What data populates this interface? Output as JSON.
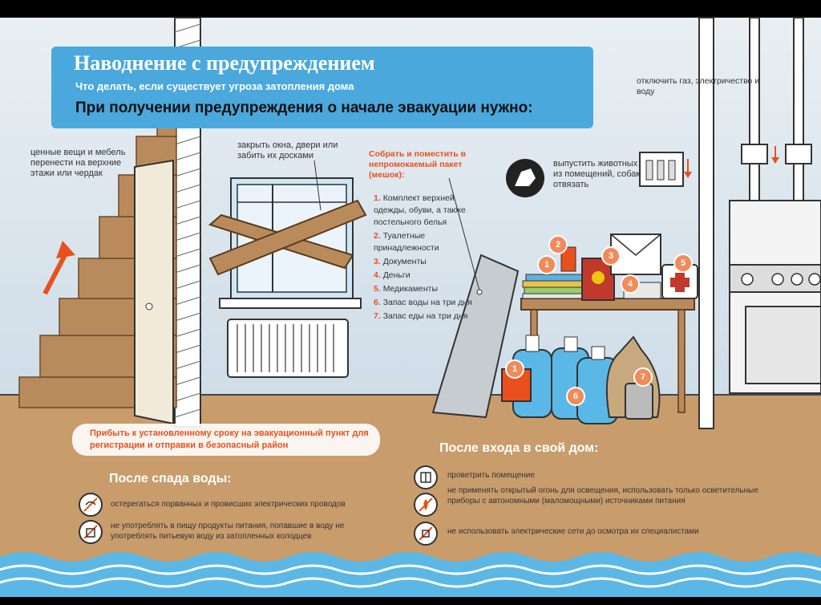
{
  "header": {
    "title": "Наводнение с предупреждением",
    "subtitle": "Что делать, если существует угроза затопления дома",
    "heading": "При получении предупреждения о начале эвакуации нужно:"
  },
  "callouts": {
    "gas_off": "отключить газ, электричество и воду",
    "valuables": "ценные вещи и мебель перенести на верхние этажи или чердак",
    "windows": "закрыть окна, двери или забить их досками",
    "animals": "выпустить животных из помещений, собак отвязать"
  },
  "pack": {
    "title": "Собрать и поместить в непромокаемый пакет (мешок):",
    "items": [
      {
        "n": "1.",
        "text": "Комплект верхней одежды, обуви, а также постельного белья"
      },
      {
        "n": "2.",
        "text": "Туалетные принадлежности"
      },
      {
        "n": "3.",
        "text": "Документы"
      },
      {
        "n": "4.",
        "text": "Деньги"
      },
      {
        "n": "5.",
        "text": "Медикаменты"
      },
      {
        "n": "6.",
        "text": "Запас воды на три дня"
      },
      {
        "n": "7.",
        "text": "Запас еды на три дня"
      }
    ]
  },
  "evac_note": "Прибыть к установленному сроку на эвакуационный пункт для регистрации и отправки в безопасный район",
  "after_water": {
    "title": "После спада воды:",
    "items": [
      {
        "icon": "no-wires-icon",
        "text": "остерегаться порванных и провисших электрических проводов"
      },
      {
        "icon": "no-food-icon",
        "text": "не употреблять в пищу продукты питания, попавшие в воду не употреблять питьевую воду из затопленных колодцев"
      }
    ]
  },
  "after_home": {
    "title": "После входа в свой дом:",
    "items": [
      {
        "icon": "window-vent-icon",
        "text": "проветрить помещение"
      },
      {
        "icon": "no-fire-icon",
        "text": "не применять открытый огонь для освещения, использовать только осветительные приборы с автономными (маломощными) источниками питания"
      },
      {
        "icon": "no-plug-icon",
        "text": "не использовать электрические сети до осмотра их специалистами"
      }
    ]
  },
  "number_badges": [
    "1",
    "2",
    "3",
    "4",
    "5",
    "1",
    "6",
    "7"
  ],
  "colors": {
    "wall": "#dfe8ef",
    "floor": "#c89a6a",
    "banner": "#4aa8dc",
    "accent": "#e8501d",
    "water": "#5bb8e6"
  }
}
